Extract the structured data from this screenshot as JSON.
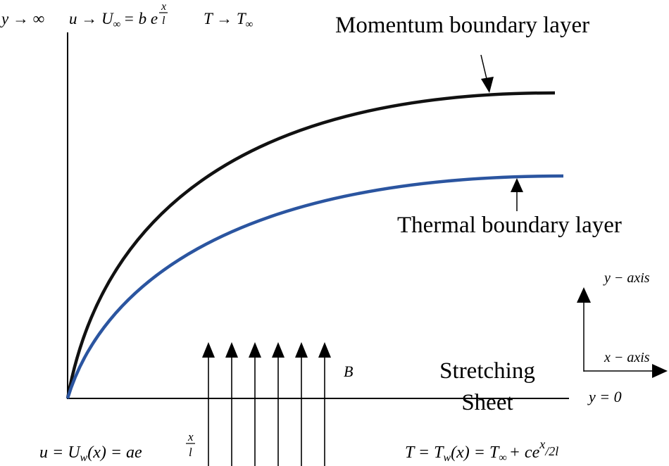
{
  "labels": {
    "top_y": "y → ∞",
    "top_u_lhs": "u → U",
    "top_u_sub": "∞",
    "top_u_rhs": "= b e",
    "top_u_exp_num": "x",
    "top_u_exp_den": "l",
    "top_T_lhs": "T → T",
    "top_T_sub": "∞",
    "momentum": "Momentum boundary layer",
    "thermal": "Thermal boundary layer",
    "y_axis": "y − axis",
    "x_axis": "x − axis",
    "B": "B",
    "sheet_line1": "Stretching",
    "sheet_line2": "Sheet",
    "y_zero": "y = 0",
    "bottom_u_lhs": "u = U",
    "bottom_u_sub": "w",
    "bottom_u_rhs": "(x) = ae",
    "bottom_u_exp_num": "x",
    "bottom_u_exp_den": "l",
    "bottom_T_lhs": "T = T",
    "bottom_T_sub1": "w",
    "bottom_T_mid": "(x) = T",
    "bottom_T_sub2": "∞",
    "bottom_T_rhs": "+ ce",
    "bottom_T_exp": "x",
    "bottom_T_exp_den": "/2l"
  },
  "colors": {
    "momentum_curve": "#111111",
    "thermal_curve": "#2b55a0",
    "lines": "#000000"
  },
  "magnetic_field_arrow_count": 6
}
